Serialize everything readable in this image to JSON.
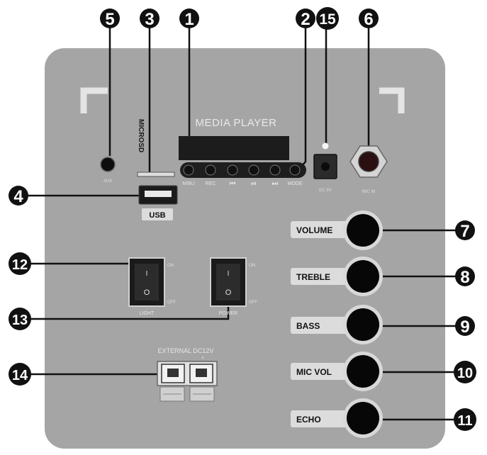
{
  "panel": {
    "media_player_title": "MEDIA PLAYER",
    "microsd_label": "MICROSD",
    "usb_label": "USB",
    "aux_label": "AUX",
    "dc_label": "DC 5V",
    "mic_in_label": "MIC IN",
    "external_dc_label": "EXTERNAL DC12V",
    "light_label": "LIGHT",
    "power_label": "POWER",
    "switch_on": "ON",
    "switch_off": "OFF",
    "switch_i": "I",
    "switch_o": "O"
  },
  "player_buttons": [
    "M/BU",
    "REC",
    "⏮",
    "⏯",
    "⏭",
    "MODE"
  ],
  "knobs": [
    "VOLUME",
    "TREBLE",
    "BASS",
    "MIC VOL",
    "ECHO"
  ],
  "callouts": [
    "1",
    "2",
    "3",
    "4",
    "5",
    "6",
    "7",
    "8",
    "9",
    "10",
    "11",
    "12",
    "13",
    "14",
    "15"
  ],
  "colors": {
    "panel": "#a5a5a5",
    "callout": "#111111",
    "label_tab": "#dcdcdc"
  }
}
